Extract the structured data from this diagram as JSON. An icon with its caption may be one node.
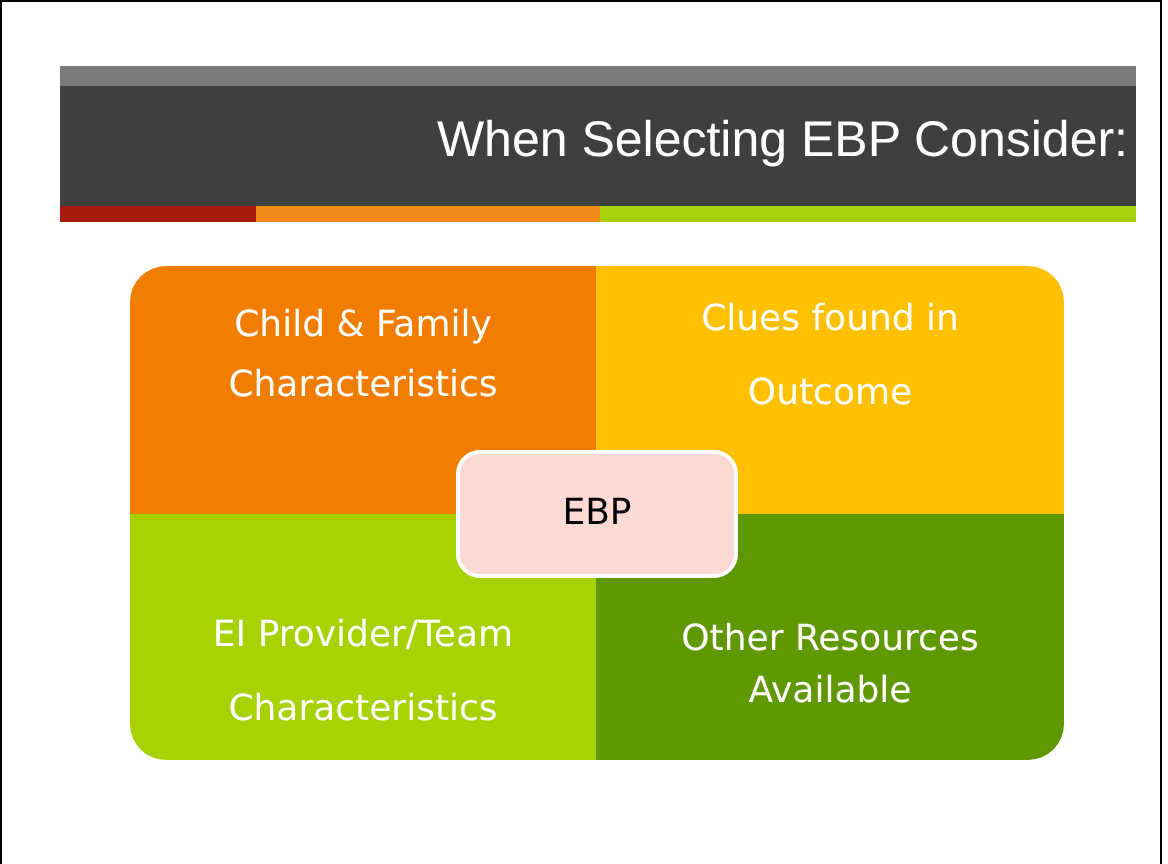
{
  "diagram": {
    "title": "When Selecting EBP Consider:",
    "nodes": [
      {
        "text": [
          "Child & Family Characteristics"
        ]
      },
      {
        "text": [
          "Clues found in Outcome"
        ]
      },
      {
        "text": [
          "EI Provider/Team Characteristics"
        ]
      },
      {
        "text": [
          "Other Resources Available"
        ]
      },
      {
        "text": [
          "EBP"
        ]
      }
    ]
  }
}
